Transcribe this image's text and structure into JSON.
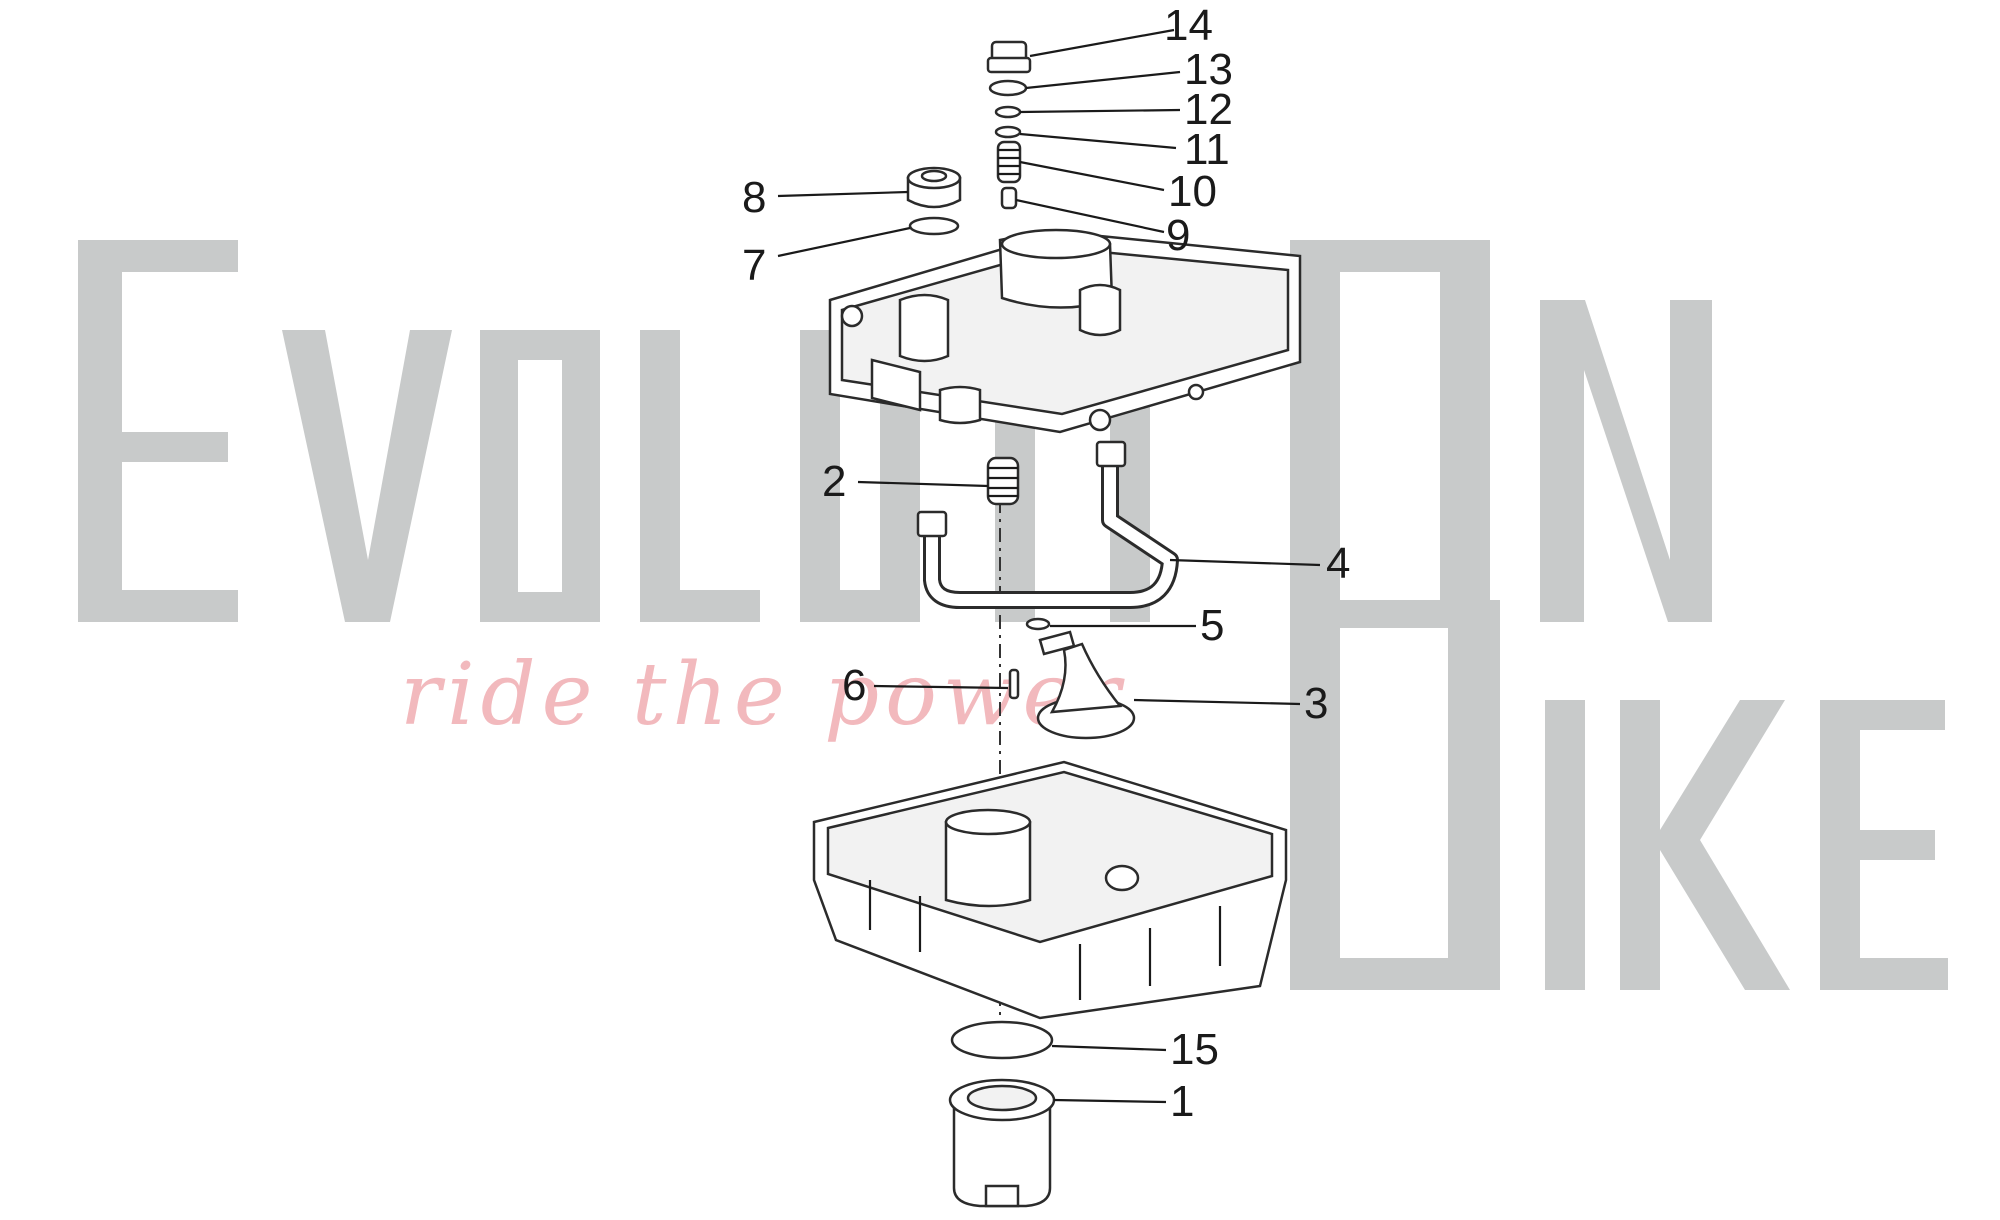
{
  "watermark": {
    "word_evolution": "EVOLUTION",
    "word_bike": "BIKE",
    "tagline": "ride the power",
    "colors": {
      "letters": "#c8caca",
      "tagline": "#f2b9bd"
    }
  },
  "diagram": {
    "callouts": [
      {
        "id": "1",
        "label": "1"
      },
      {
        "id": "2",
        "label": "2"
      },
      {
        "id": "3",
        "label": "3"
      },
      {
        "id": "4",
        "label": "4"
      },
      {
        "id": "5",
        "label": "5"
      },
      {
        "id": "6",
        "label": "6"
      },
      {
        "id": "7",
        "label": "7"
      },
      {
        "id": "8",
        "label": "8"
      },
      {
        "id": "9",
        "label": "9"
      },
      {
        "id": "10",
        "label": "10"
      },
      {
        "id": "11",
        "label": "11"
      },
      {
        "id": "12",
        "label": "12"
      },
      {
        "id": "13",
        "label": "13"
      },
      {
        "id": "14",
        "label": "14"
      },
      {
        "id": "15",
        "label": "15"
      }
    ]
  }
}
